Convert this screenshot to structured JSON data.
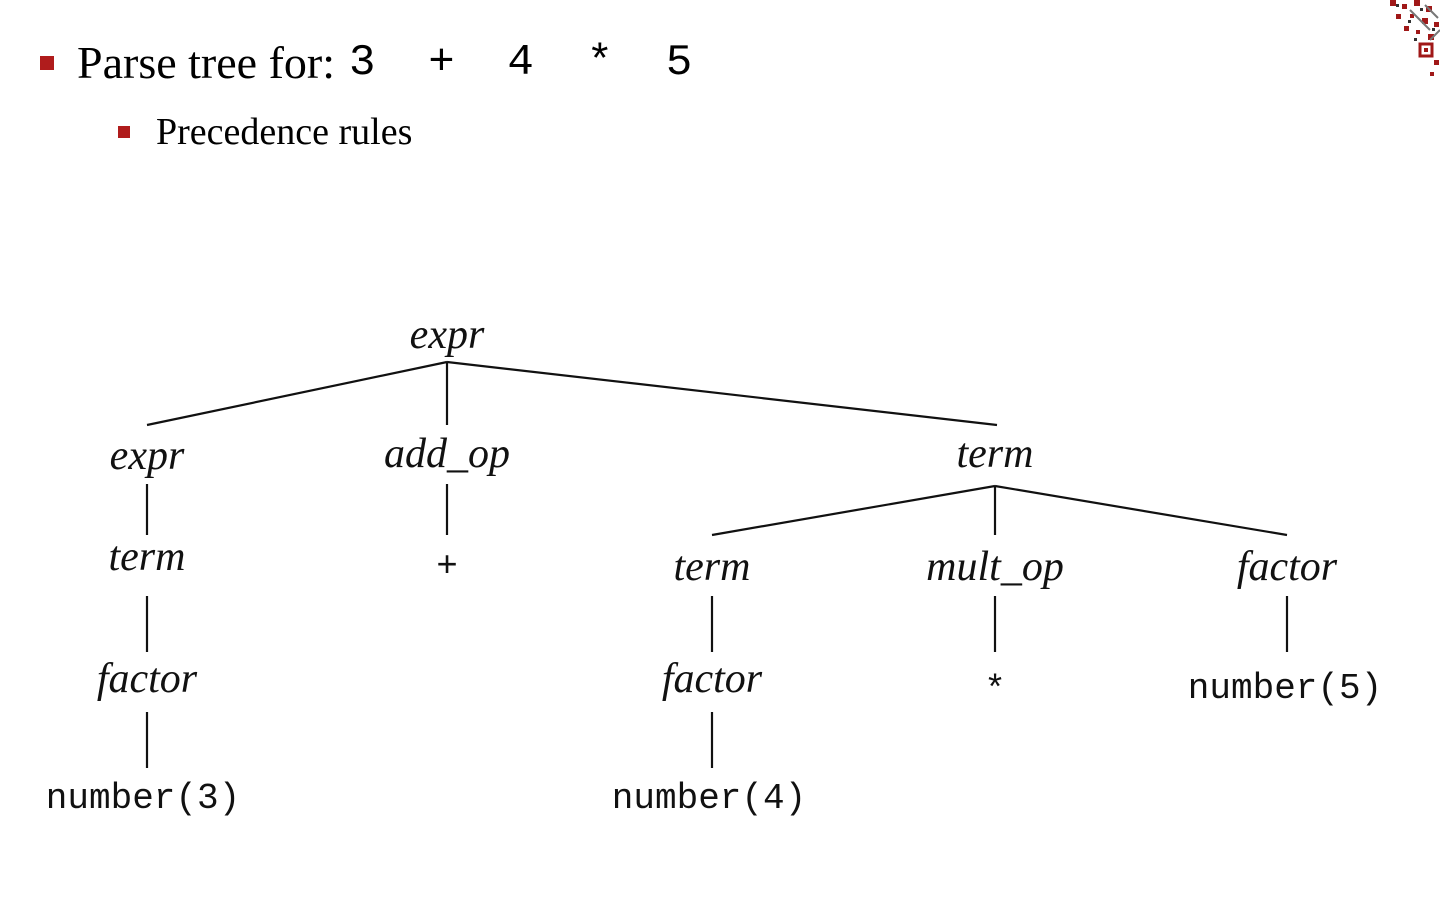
{
  "slide": {
    "bullet1_prefix": "Parse tree for:",
    "bullet1_expression": "3 + 4 * 5",
    "bullet2": "Precedence rules"
  },
  "colors": {
    "bullet": "#b01c1c",
    "decoration": "#a01818"
  },
  "decoration_icon": "ornament-pattern-icon",
  "tree": {
    "expr_root": "expr",
    "expr_left": "expr",
    "add_op": "add_op",
    "term_right": "term",
    "term_left": "term",
    "plus": "+",
    "term_inner": "term",
    "mult_op": "mult_op",
    "factor_right": "factor",
    "factor_left": "factor",
    "factor_inner": "factor",
    "times": "*",
    "number5": "number(5)",
    "number3": "number(3)",
    "number4": "number(4)"
  }
}
